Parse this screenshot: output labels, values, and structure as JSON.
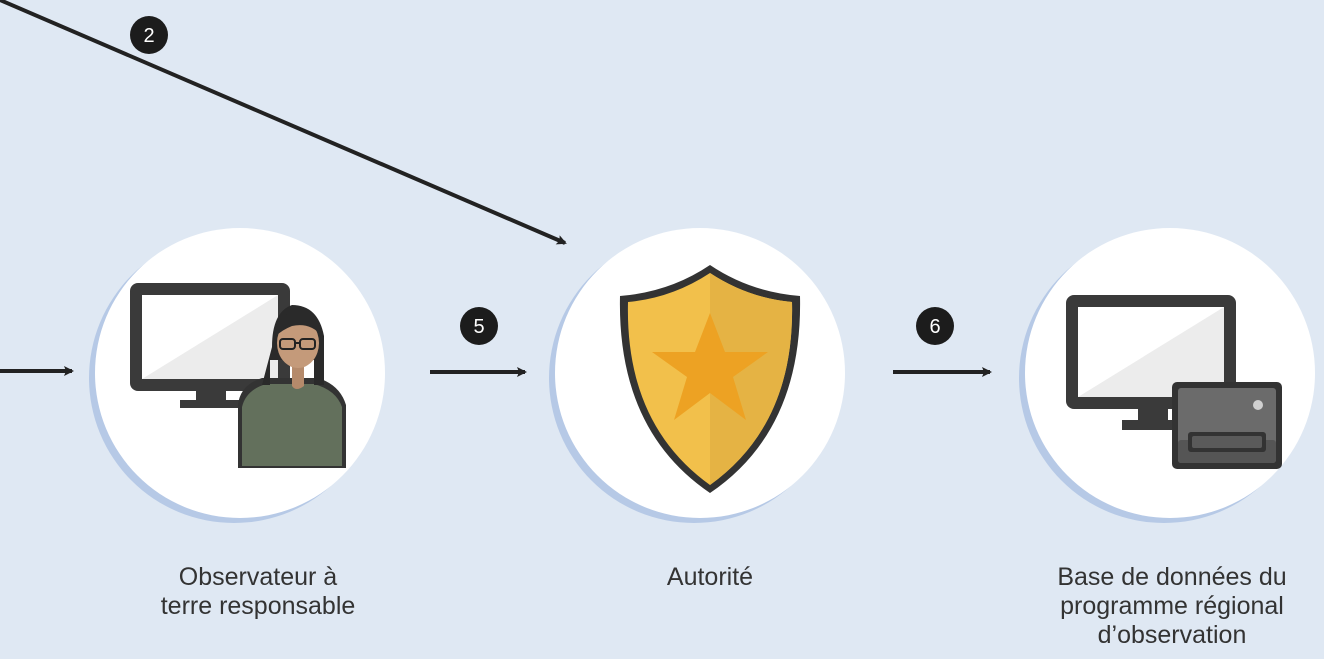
{
  "steps": {
    "step_2": "2",
    "step_5": "5",
    "step_6": "6"
  },
  "nodes": {
    "observer": {
      "line1": "Observateur à",
      "line2": "terre responsable"
    },
    "authority": {
      "line1": "Autorité"
    },
    "database": {
      "line1": "Base de données du",
      "line2": "programme régional",
      "line3": "d’observation"
    }
  },
  "icons": [
    "monitor-icon",
    "woman-avatar-icon",
    "shield-star-icon",
    "server-icon"
  ],
  "colors": {
    "background": "#dfe8f3",
    "circle": "#ffffff",
    "circle_shadow": "#b6c9e6",
    "arrow": "#222222",
    "shield": "#f2c04b",
    "star": "#eda223"
  }
}
